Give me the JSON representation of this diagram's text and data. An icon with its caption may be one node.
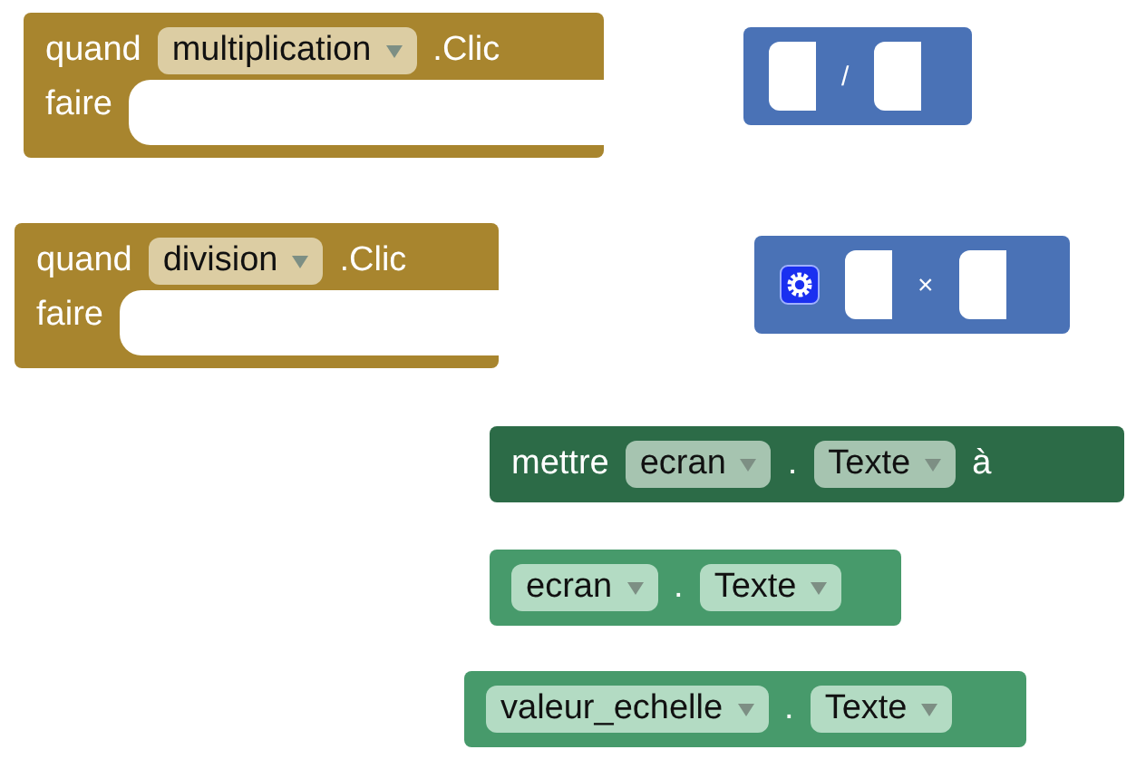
{
  "diagram": {
    "nodes": [
      {
        "text": [
          "quand",
          ".Clic",
          "faire"
        ]
      },
      {
        "text": [
          "multiplication"
        ],
        "in": 0
      },
      {
        "text": [
          "/"
        ]
      },
      {
        "text": [
          "quand",
          ".Clic",
          "faire"
        ]
      },
      {
        "text": [
          "division"
        ],
        "in": 3
      },
      {
        "text": [
          "×"
        ]
      },
      {
        "text": [
          "mettre",
          ".",
          "à"
        ]
      },
      {
        "text": [
          "ecran"
        ],
        "in": 6
      },
      {
        "text": [
          "Texte"
        ],
        "in": 6
      },
      {
        "text": [
          "."
        ]
      },
      {
        "text": [
          "ecran"
        ],
        "in": 9
      },
      {
        "text": [
          "Texte"
        ],
        "in": 9
      },
      {
        "text": [
          "."
        ]
      },
      {
        "text": [
          "valeur_echelle"
        ],
        "in": 12
      },
      {
        "text": [
          "Texte"
        ],
        "in": 12
      }
    ],
    "edges": []
  }
}
